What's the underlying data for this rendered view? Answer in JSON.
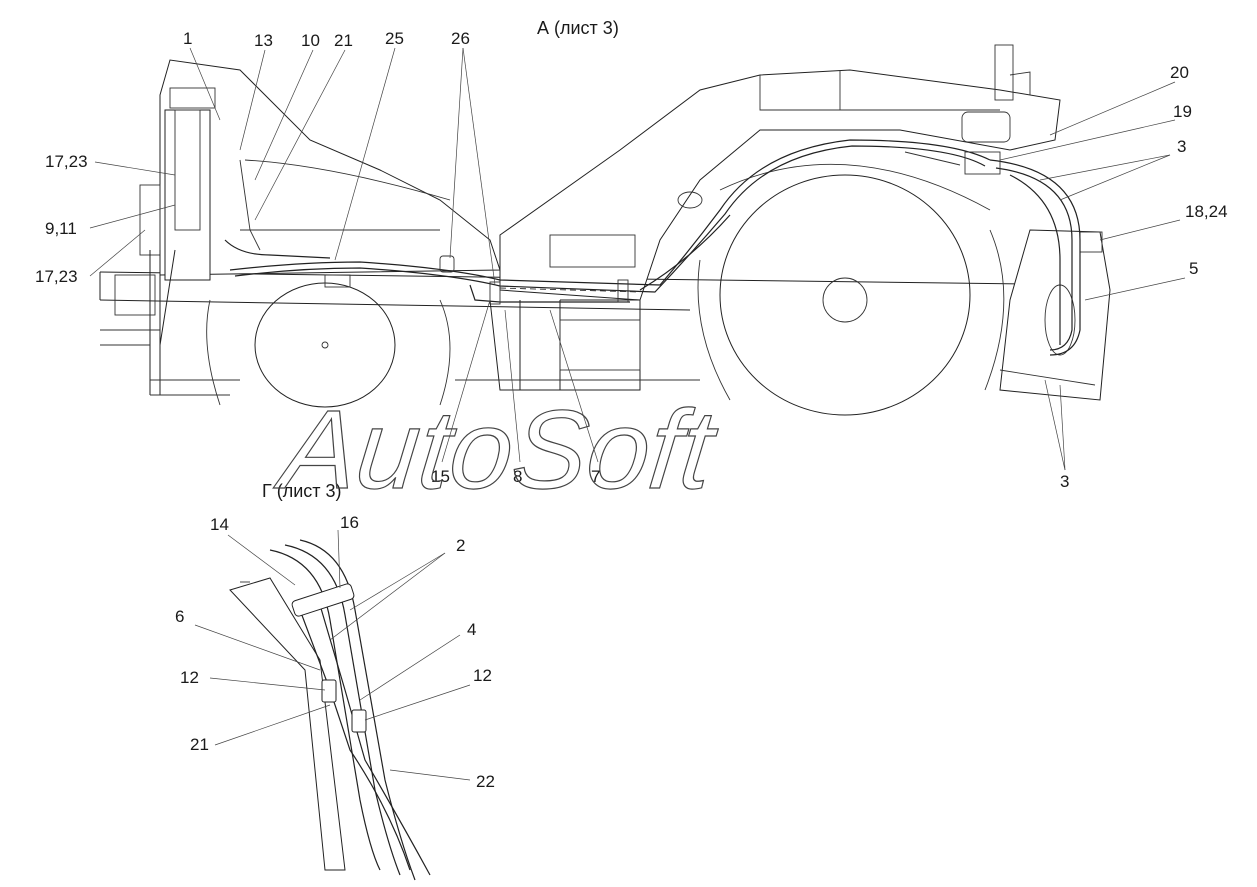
{
  "views": {
    "view_a_title": "А (лист 3)",
    "view_g_title": "Г (лист 3)"
  },
  "callouts_view_a": {
    "c1": "1",
    "c13": "13",
    "c10": "10",
    "c21": "21",
    "c25": "25",
    "c26": "26",
    "c17_23_top": "17,23",
    "c9_11": "9,11",
    "c17_23_bottom": "17,23",
    "c20": "20",
    "c19": "19",
    "c3_top": "3",
    "c18_24": "18,24",
    "c5": "5",
    "c3_bottom": "3",
    "c15": "15",
    "c8": "8",
    "c7": "7"
  },
  "callouts_view_g": {
    "c14": "14",
    "c16": "16",
    "c2": "2",
    "c6": "6",
    "c4": "4",
    "c12_left": "12",
    "c12_right": "12",
    "c21": "21",
    "c22": "22"
  },
  "watermark": "AutoSoft"
}
